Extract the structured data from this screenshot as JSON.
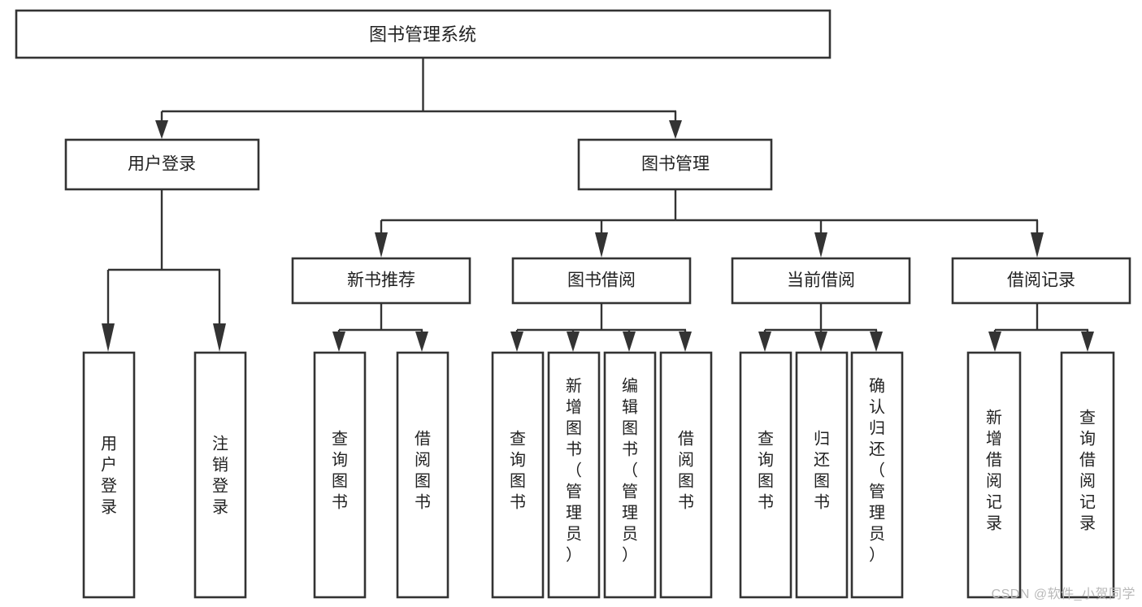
{
  "diagram": {
    "title": "图书管理系统",
    "type": "tree-hierarchy-diagram",
    "colors": {
      "box_stroke": "#333333",
      "box_fill": "#ffffff",
      "text": "#222222",
      "connector": "#333333",
      "watermark": "#b9b9b9",
      "background": "#ffffff"
    },
    "root": {
      "label": "图书管理系统"
    },
    "level1": [
      {
        "label": "用户登录"
      },
      {
        "label": "图书管理"
      }
    ],
    "level2": [
      {
        "label": "新书推荐"
      },
      {
        "label": "图书借阅"
      },
      {
        "label": "当前借阅"
      },
      {
        "label": "借阅记录"
      }
    ],
    "leaves": {
      "user_login": [
        {
          "label": "用户登录"
        },
        {
          "label": "注销登录"
        }
      ],
      "new_book_recommend": [
        {
          "label": "查询图书"
        },
        {
          "label": "借阅图书"
        }
      ],
      "book_borrow": [
        {
          "label": "查询图书"
        },
        {
          "label": "新增图书（管理员）"
        },
        {
          "label": "编辑图书（管理员）"
        },
        {
          "label": "借阅图书"
        }
      ],
      "current_borrow": [
        {
          "label": "查询图书"
        },
        {
          "label": "归还图书"
        },
        {
          "label": "确认归还（管理员）"
        }
      ],
      "borrow_record": [
        {
          "label": "新增借阅记录"
        },
        {
          "label": "查询借阅记录"
        }
      ]
    }
  },
  "watermark": {
    "text": "CSDN @软件_小贺同学"
  }
}
